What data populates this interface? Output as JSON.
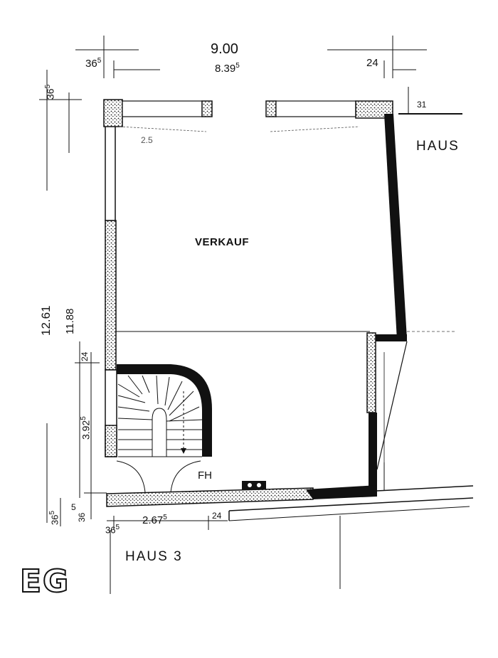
{
  "rooms": {
    "sales": "VERKAUF",
    "fh": "FH"
  },
  "neighbors": {
    "right": "HAUS",
    "bottom": "HAUS 3"
  },
  "floor": "EG",
  "dimensions": {
    "total_width": "9.00",
    "inner_width_main": "8.39",
    "inner_width_sup": "5",
    "wall_left_top_main": "36",
    "wall_left_top_sup": "5",
    "wall_right_top": "24",
    "right_offset": "31",
    "total_length": "12.61",
    "inner_length": "11.88",
    "side_wall_main": "36",
    "side_wall_sup": "5",
    "stair_gap": "24",
    "stair_length_main": "3.92",
    "stair_length_sup": "5",
    "bottom_wall_a_main": "36",
    "bottom_wall_a_sup": "5",
    "bottom_wall_b": "36",
    "bottom_wall_c": "5",
    "bottom_wall_d_main": "36",
    "bottom_wall_d_sup": "5",
    "stair_width_main": "2.67",
    "stair_width_sup": "5",
    "bottom_right_wall": "24",
    "window_note": "2.5"
  }
}
